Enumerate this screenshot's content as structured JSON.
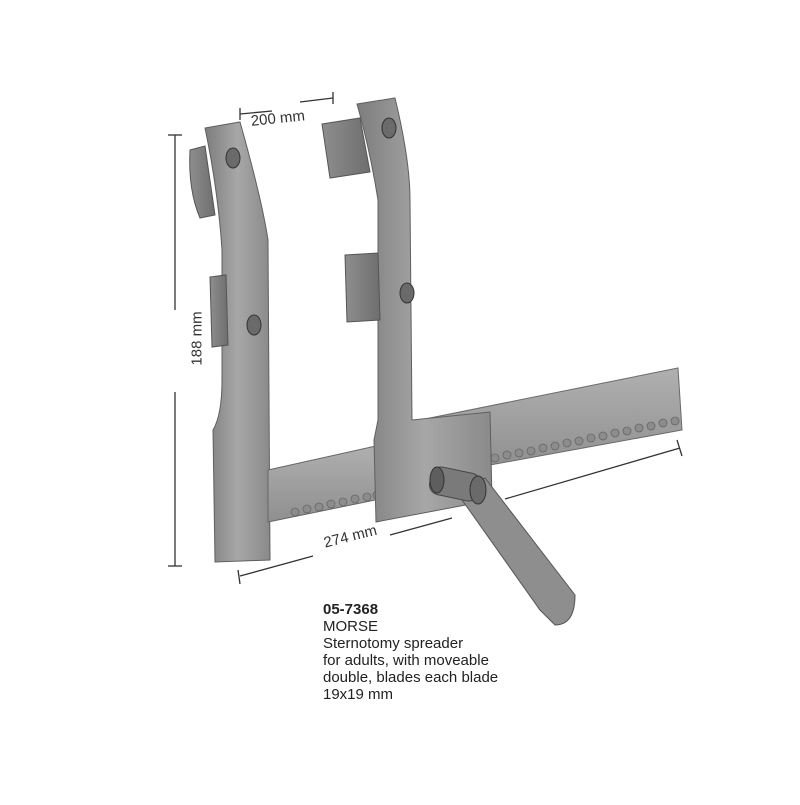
{
  "product": {
    "code": "05-7368",
    "name": "MORSE",
    "description_lines": [
      "Sternotomy spreader",
      "for adults, with moveable",
      "double, blades each blade",
      "19x19 mm"
    ]
  },
  "dimensions": {
    "blade_spread": "200 mm",
    "height": "188 mm",
    "rack_length": "274 mm"
  },
  "colors": {
    "background": "#ffffff",
    "steel_light": "#a9a9a9",
    "steel_mid": "#8c8c8c",
    "steel_dark": "#5a5a5a",
    "dimension_line": "#333333"
  }
}
